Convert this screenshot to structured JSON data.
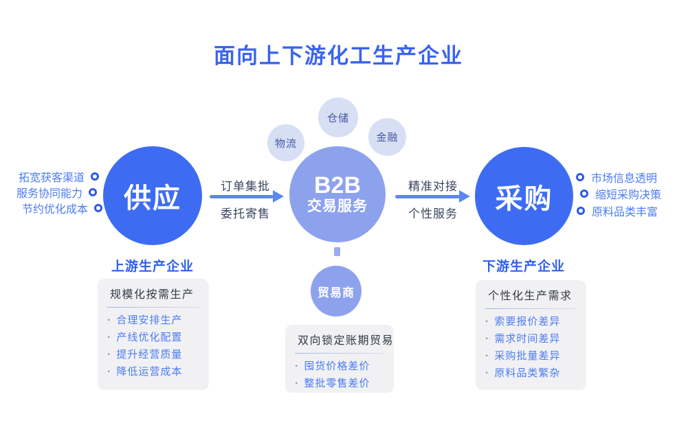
{
  "title": "面向上下游化工生产企业",
  "colors": {
    "primary": "#3D6CF3",
    "title": "#3A63F0",
    "mid": "#8DA2ED",
    "pale": "#D7DFF5",
    "pale_text": "#46589E",
    "label": "#4C7CF0",
    "ring": "#2C59E7",
    "arrow": "#5C86F2",
    "caption": "#3A455F",
    "group_label": "#2E5FF0",
    "card_bg": "#F1F1F4",
    "card_title": "#333943",
    "dot": "#8A97B0"
  },
  "service_circles": [
    {
      "label": "物流"
    },
    {
      "label": "仓储"
    },
    {
      "label": "金融"
    }
  ],
  "supply": {
    "circle_label": "供应",
    "benefits": [
      "拓宽获客渠道",
      "服务协同能力",
      "节约优化成本"
    ],
    "group_label": "上游生产企业",
    "card": {
      "title": "规模化按需生产",
      "items": [
        "合理安排生产",
        "产线优化配置",
        "提升经营质量",
        "降低运营成本"
      ]
    }
  },
  "center": {
    "line1": "B2B",
    "line2": "交易服务",
    "flow_left": {
      "line1": "订单集批",
      "line2": "委托寄售"
    },
    "flow_right": {
      "line1": "精准对接",
      "line2": "个性服务"
    },
    "trader": {
      "label": "贸易商",
      "card": {
        "title": "双向锁定账期贸易",
        "items": [
          "囤货价格差价",
          "整批零售差价"
        ]
      }
    }
  },
  "purchase": {
    "circle_label": "采购",
    "benefits": [
      "市场信息透明",
      "缩短采购决策",
      "原料品类丰富"
    ],
    "group_label": "下游生产企业",
    "card": {
      "title": "个性化生产需求",
      "items": [
        "索要报价差异",
        "需求时间差异",
        "采购批量差异",
        "原料品类繁杂"
      ]
    }
  }
}
